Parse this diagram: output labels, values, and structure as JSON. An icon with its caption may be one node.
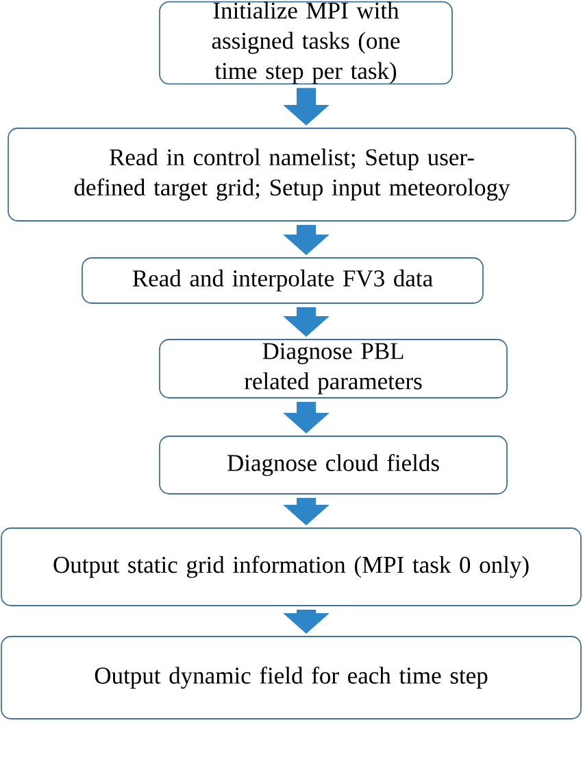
{
  "diagram": {
    "nodes": [
      {
        "text": [
          "Initialize MPI with assigned tasks (one time step per task)"
        ]
      },
      {
        "text": [
          "Read in control namelist; Setup user-defined target grid; Setup input meteorology"
        ]
      },
      {
        "text": [
          "Read and interpolate FV3 data"
        ]
      },
      {
        "text": [
          "Diagnose PBL related parameters"
        ]
      },
      {
        "text": [
          "Diagnose cloud fields"
        ]
      },
      {
        "text": [
          "Output static grid information (MPI task 0 only)"
        ]
      },
      {
        "text": [
          "Output dynamic field for each time step"
        ]
      }
    ],
    "edges": [
      {
        "from": 0,
        "to": 1,
        "arrow": "to"
      },
      {
        "from": 1,
        "to": 2,
        "arrow": "to"
      },
      {
        "from": 2,
        "to": 3,
        "arrow": "to"
      },
      {
        "from": 3,
        "to": 4,
        "arrow": "to"
      },
      {
        "from": 4,
        "to": 5,
        "arrow": "to"
      },
      {
        "from": 5,
        "to": 6,
        "arrow": "to"
      }
    ]
  }
}
